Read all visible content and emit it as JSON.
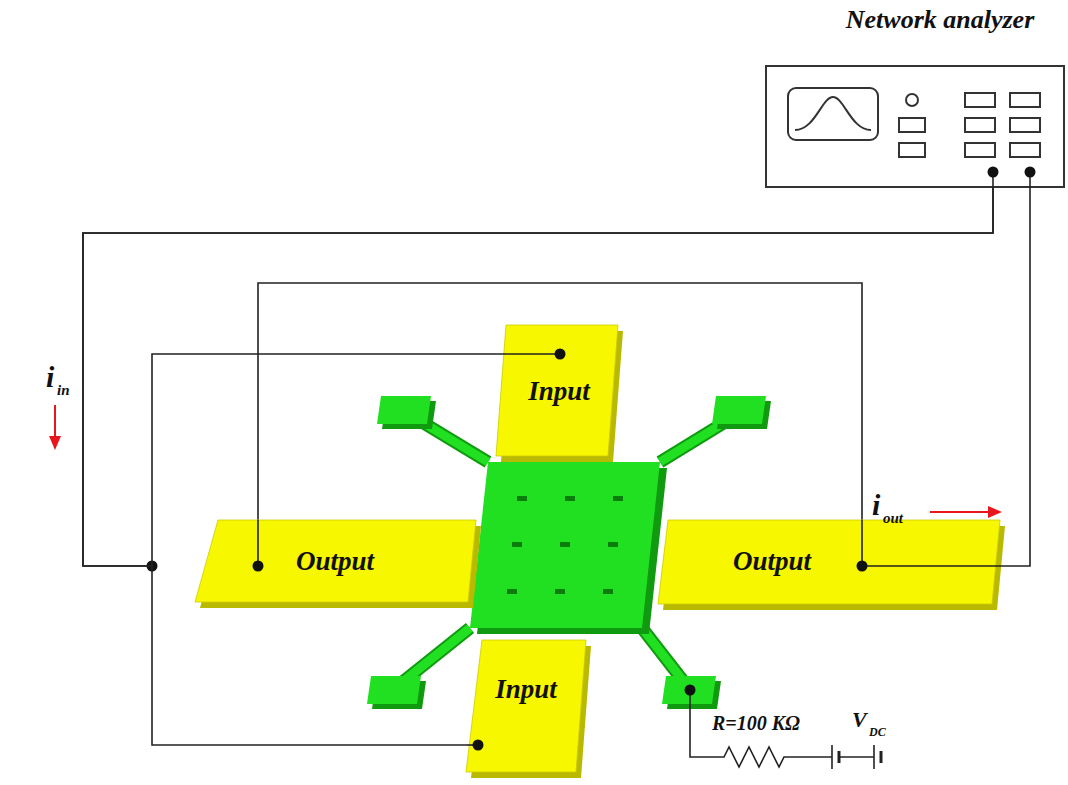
{
  "diagram": {
    "nodes": [
      {
        "text": [
          "Network analyzer"
        ]
      },
      {
        "text": [
          "Input"
        ]
      },
      {
        "text": [
          "Output"
        ]
      },
      {
        "text": [
          "Output"
        ]
      },
      {
        "text": [
          "Input"
        ]
      }
    ],
    "edges": [
      {
        "from": 0,
        "to": 1,
        "arrow": "none"
      },
      {
        "from": 0,
        "to": 4,
        "arrow": "none"
      },
      {
        "from": 2,
        "to": 3,
        "arrow": "none"
      },
      {
        "from": 0,
        "to": 3,
        "arrow": "none"
      }
    ],
    "labels": [
      "i",
      "in",
      "i",
      "out",
      "R=100 KΩ",
      "V",
      "DC"
    ]
  }
}
